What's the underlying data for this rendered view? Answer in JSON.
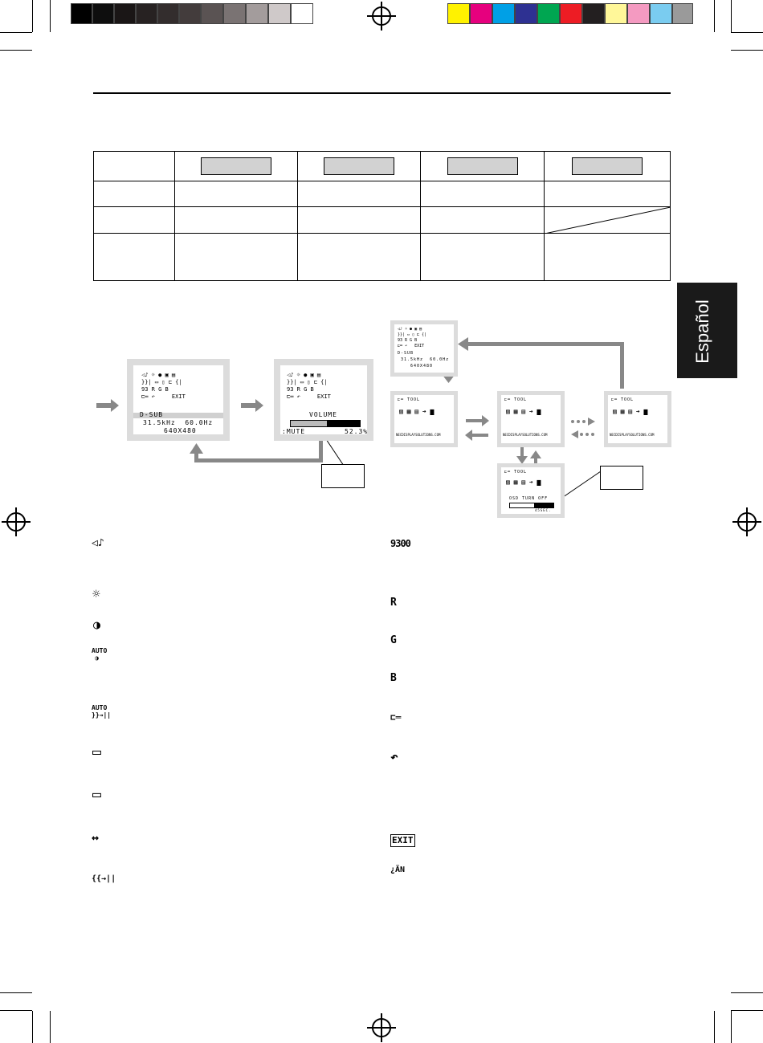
{
  "side_tab": {
    "label": "Español"
  },
  "osd_main": {
    "input": "D-SUB",
    "freq": "31.5kHz  60.0Hz",
    "resolution": "640X480"
  },
  "osd_volume": {
    "title": "VOLUME",
    "mute": ":MUTE",
    "value": "52.3%",
    "level": 0.523
  },
  "tool_menu": {
    "title": "TOOL",
    "url": "NECDISPLAYSOLUTIONS.COM",
    "osd_turn_off": "OSD TURN OFF",
    "seconds": "45SEC."
  },
  "left_icons": [
    {
      "name": "volume-icon",
      "glyph": "◁♪"
    },
    {
      "name": "brightness-icon",
      "glyph": "☼"
    },
    {
      "name": "contrast-icon",
      "glyph": "◑"
    },
    {
      "name": "auto-contrast-icon",
      "glyph": "AUTO"
    },
    {
      "name": "auto-adjust-icon",
      "glyph": "AUTO"
    },
    {
      "name": "left-right-icon",
      "glyph": "▭"
    },
    {
      "name": "down-up-icon",
      "glyph": "▭"
    },
    {
      "name": "h-size-icon",
      "glyph": "↔"
    },
    {
      "name": "fine-icon",
      "glyph": "{{→||"
    }
  ],
  "right_icons": [
    {
      "name": "color-9300-icon",
      "glyph": "9300"
    },
    {
      "name": "red-icon",
      "glyph": "R"
    },
    {
      "name": "green-icon",
      "glyph": "G"
    },
    {
      "name": "blue-icon",
      "glyph": "B"
    },
    {
      "name": "tool-icon",
      "glyph": "⊏═"
    },
    {
      "name": "factory-preset-icon",
      "glyph": "↶"
    },
    {
      "name": "exit-icon",
      "glyph": "EXIT"
    },
    {
      "name": "language-icon",
      "glyph": "¿ÃN"
    }
  ]
}
